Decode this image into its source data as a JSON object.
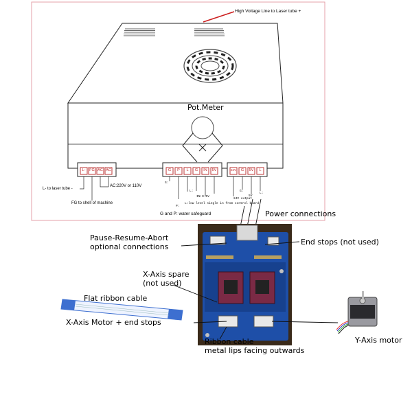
{
  "colors": {
    "border_pink": "#e4a0a8",
    "line_red": "#cc1f1f",
    "pcb_blue": "#1e4fa8",
    "driver_purple": "#7a2a45",
    "ribbon_blue": "#3d6fd0",
    "motor_gray": "#9a9aa0"
  },
  "psu": {
    "hv_label": "High Voltage Line to Laser tube +",
    "pot_label": "Pot.Meter",
    "left_terminals": [
      "L-",
      "FG",
      "AC",
      "AC"
    ],
    "mid_terminals": [
      "G",
      "P",
      "L",
      "G",
      "IN",
      "5V"
    ],
    "right_terminals": [
      "24V",
      "G",
      "5V",
      "L"
    ],
    "labels": {
      "l_minus": "L- to laser tube -",
      "fg": "FG to shell of machine",
      "ac": "AC:220V or 110V",
      "gp": "G and P: water safeguard",
      "l_level": "L:low level single in from control board",
      "in_v": "IN:0-5V",
      "out_24v": "24V output",
      "g_small": "G:",
      "p_small": "P:",
      "l_small": "L:",
      "g2_small": "G:",
      "g3_small": "G:",
      "v5_small": "5V",
      "ll_small": "L:"
    }
  },
  "callouts": {
    "power": "Power connections",
    "pause_1": "Pause-Resume-Abort",
    "pause_2": "optional connections",
    "end_stops": "End stops (not used)",
    "x_spare_1": "X-Axis spare",
    "x_spare_2": "(not used)",
    "flat_ribbon": "Flat ribbon cable",
    "x_motor": "X-Axis Motor + end stops",
    "ribbon_1": "Ribbon cable",
    "ribbon_2": "metal lips facing outwards",
    "y_motor": "Y-Axis motor"
  }
}
